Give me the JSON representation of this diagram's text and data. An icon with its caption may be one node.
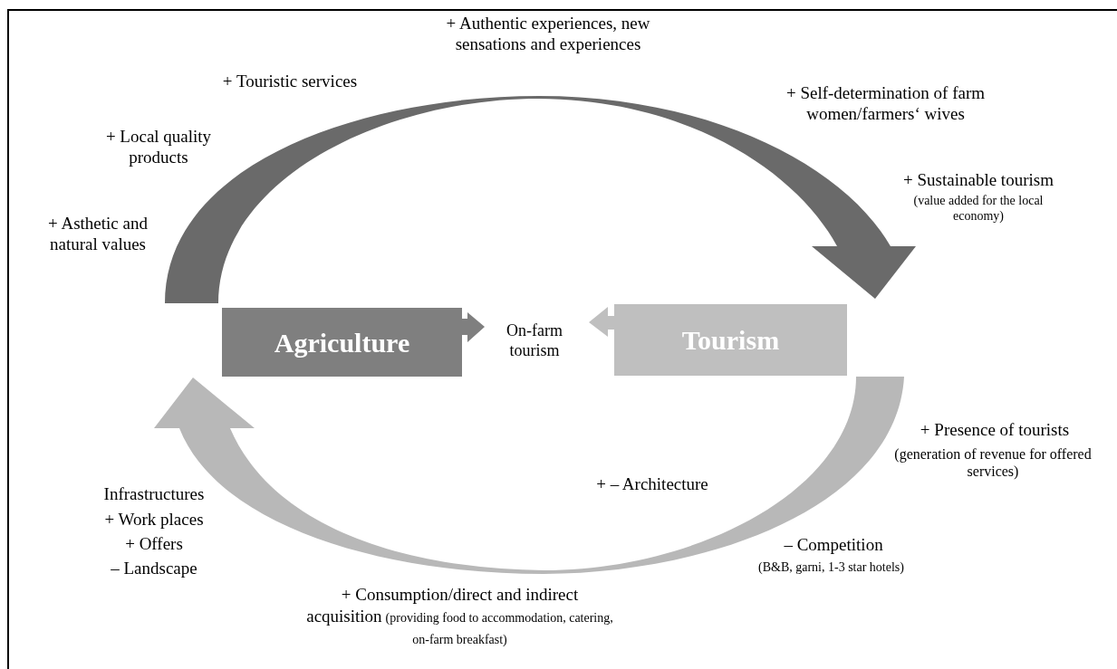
{
  "diagram": {
    "nodes": [
      {
        "text": [
          "Agriculture"
        ]
      },
      {
        "text": [
          "On-farm tourism"
        ]
      },
      {
        "text": [
          "Tourism"
        ]
      }
    ],
    "edges": [
      {
        "from": 0,
        "to": 1,
        "arrow": "to",
        "color": "#7f7f7f"
      },
      {
        "from": 2,
        "to": 1,
        "arrow": "to",
        "color": "#bfbfbf"
      },
      {
        "from": 0,
        "to": 2,
        "arrow": "to",
        "color": "#6a6a6a"
      },
      {
        "from": 2,
        "to": 0,
        "arrow": "to",
        "color": "#b8b8b8"
      }
    ],
    "labels": [
      "+ Authentic experiences, new sensations and experiences",
      "+ Touristic services",
      "+ Self-determination of farm women/farmers‘ wives",
      "+ Local quality products",
      "+ Sustainable tourism",
      "(value added for the local economy)",
      "+ Asthetic and natural values",
      "+ Presence of tourists",
      "(generation of revenue for offered services)",
      "+ – Architecture",
      "Infrastructures",
      "+ Work places",
      "+ Offers",
      "– Landscape",
      "– Competition",
      "(B&B, garni, 1-3 star hotels)",
      "+ Consumption/direct and indirect acquisition",
      "(providing food to accommodation, catering, on-farm breakfast)"
    ]
  }
}
